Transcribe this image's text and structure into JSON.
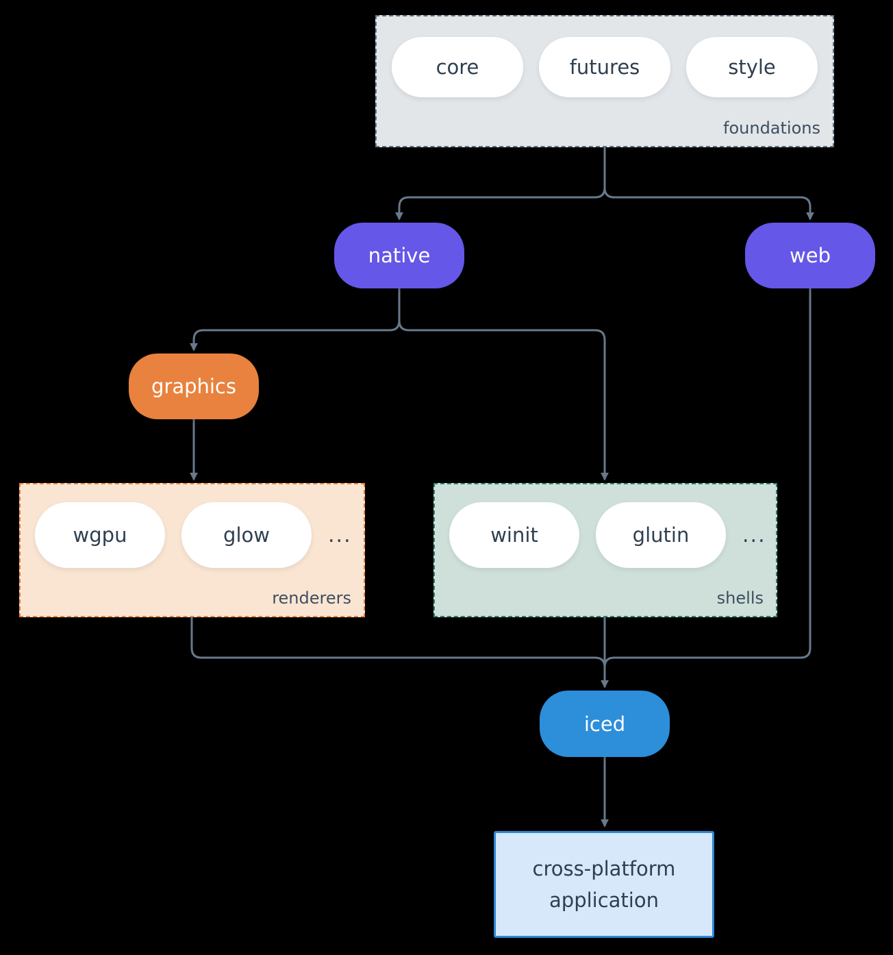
{
  "diagram": {
    "foundations": {
      "label": "foundations",
      "items": [
        "core",
        "futures",
        "style"
      ]
    },
    "native": {
      "label": "native"
    },
    "web": {
      "label": "web"
    },
    "graphics": {
      "label": "graphics"
    },
    "renderers": {
      "label": "renderers",
      "items": [
        "wgpu",
        "glow"
      ],
      "more": "..."
    },
    "shells": {
      "label": "shells",
      "items": [
        "winit",
        "glutin"
      ],
      "more": "..."
    },
    "iced": {
      "label": "iced"
    },
    "application": {
      "label": "cross-platform application"
    }
  },
  "colors": {
    "background": "#000000",
    "connector": "#68798b",
    "group_foundations_fill": "#e2e6e9",
    "group_foundations_border": "#5f7183",
    "white_pill": "#ffffff",
    "white_text": "#ffffff",
    "text_dark": "#2e3f50",
    "label_text": "#3d4f60",
    "purple": "#6557e8",
    "orange": "#e8823e",
    "renderers_fill": "#fae5d2",
    "shells_fill": "#cfe0da",
    "shells_border": "#2e7f72",
    "blue": "#2d8ed9",
    "app_fill": "#d7e8fa",
    "app_border": "#2e86d3"
  }
}
